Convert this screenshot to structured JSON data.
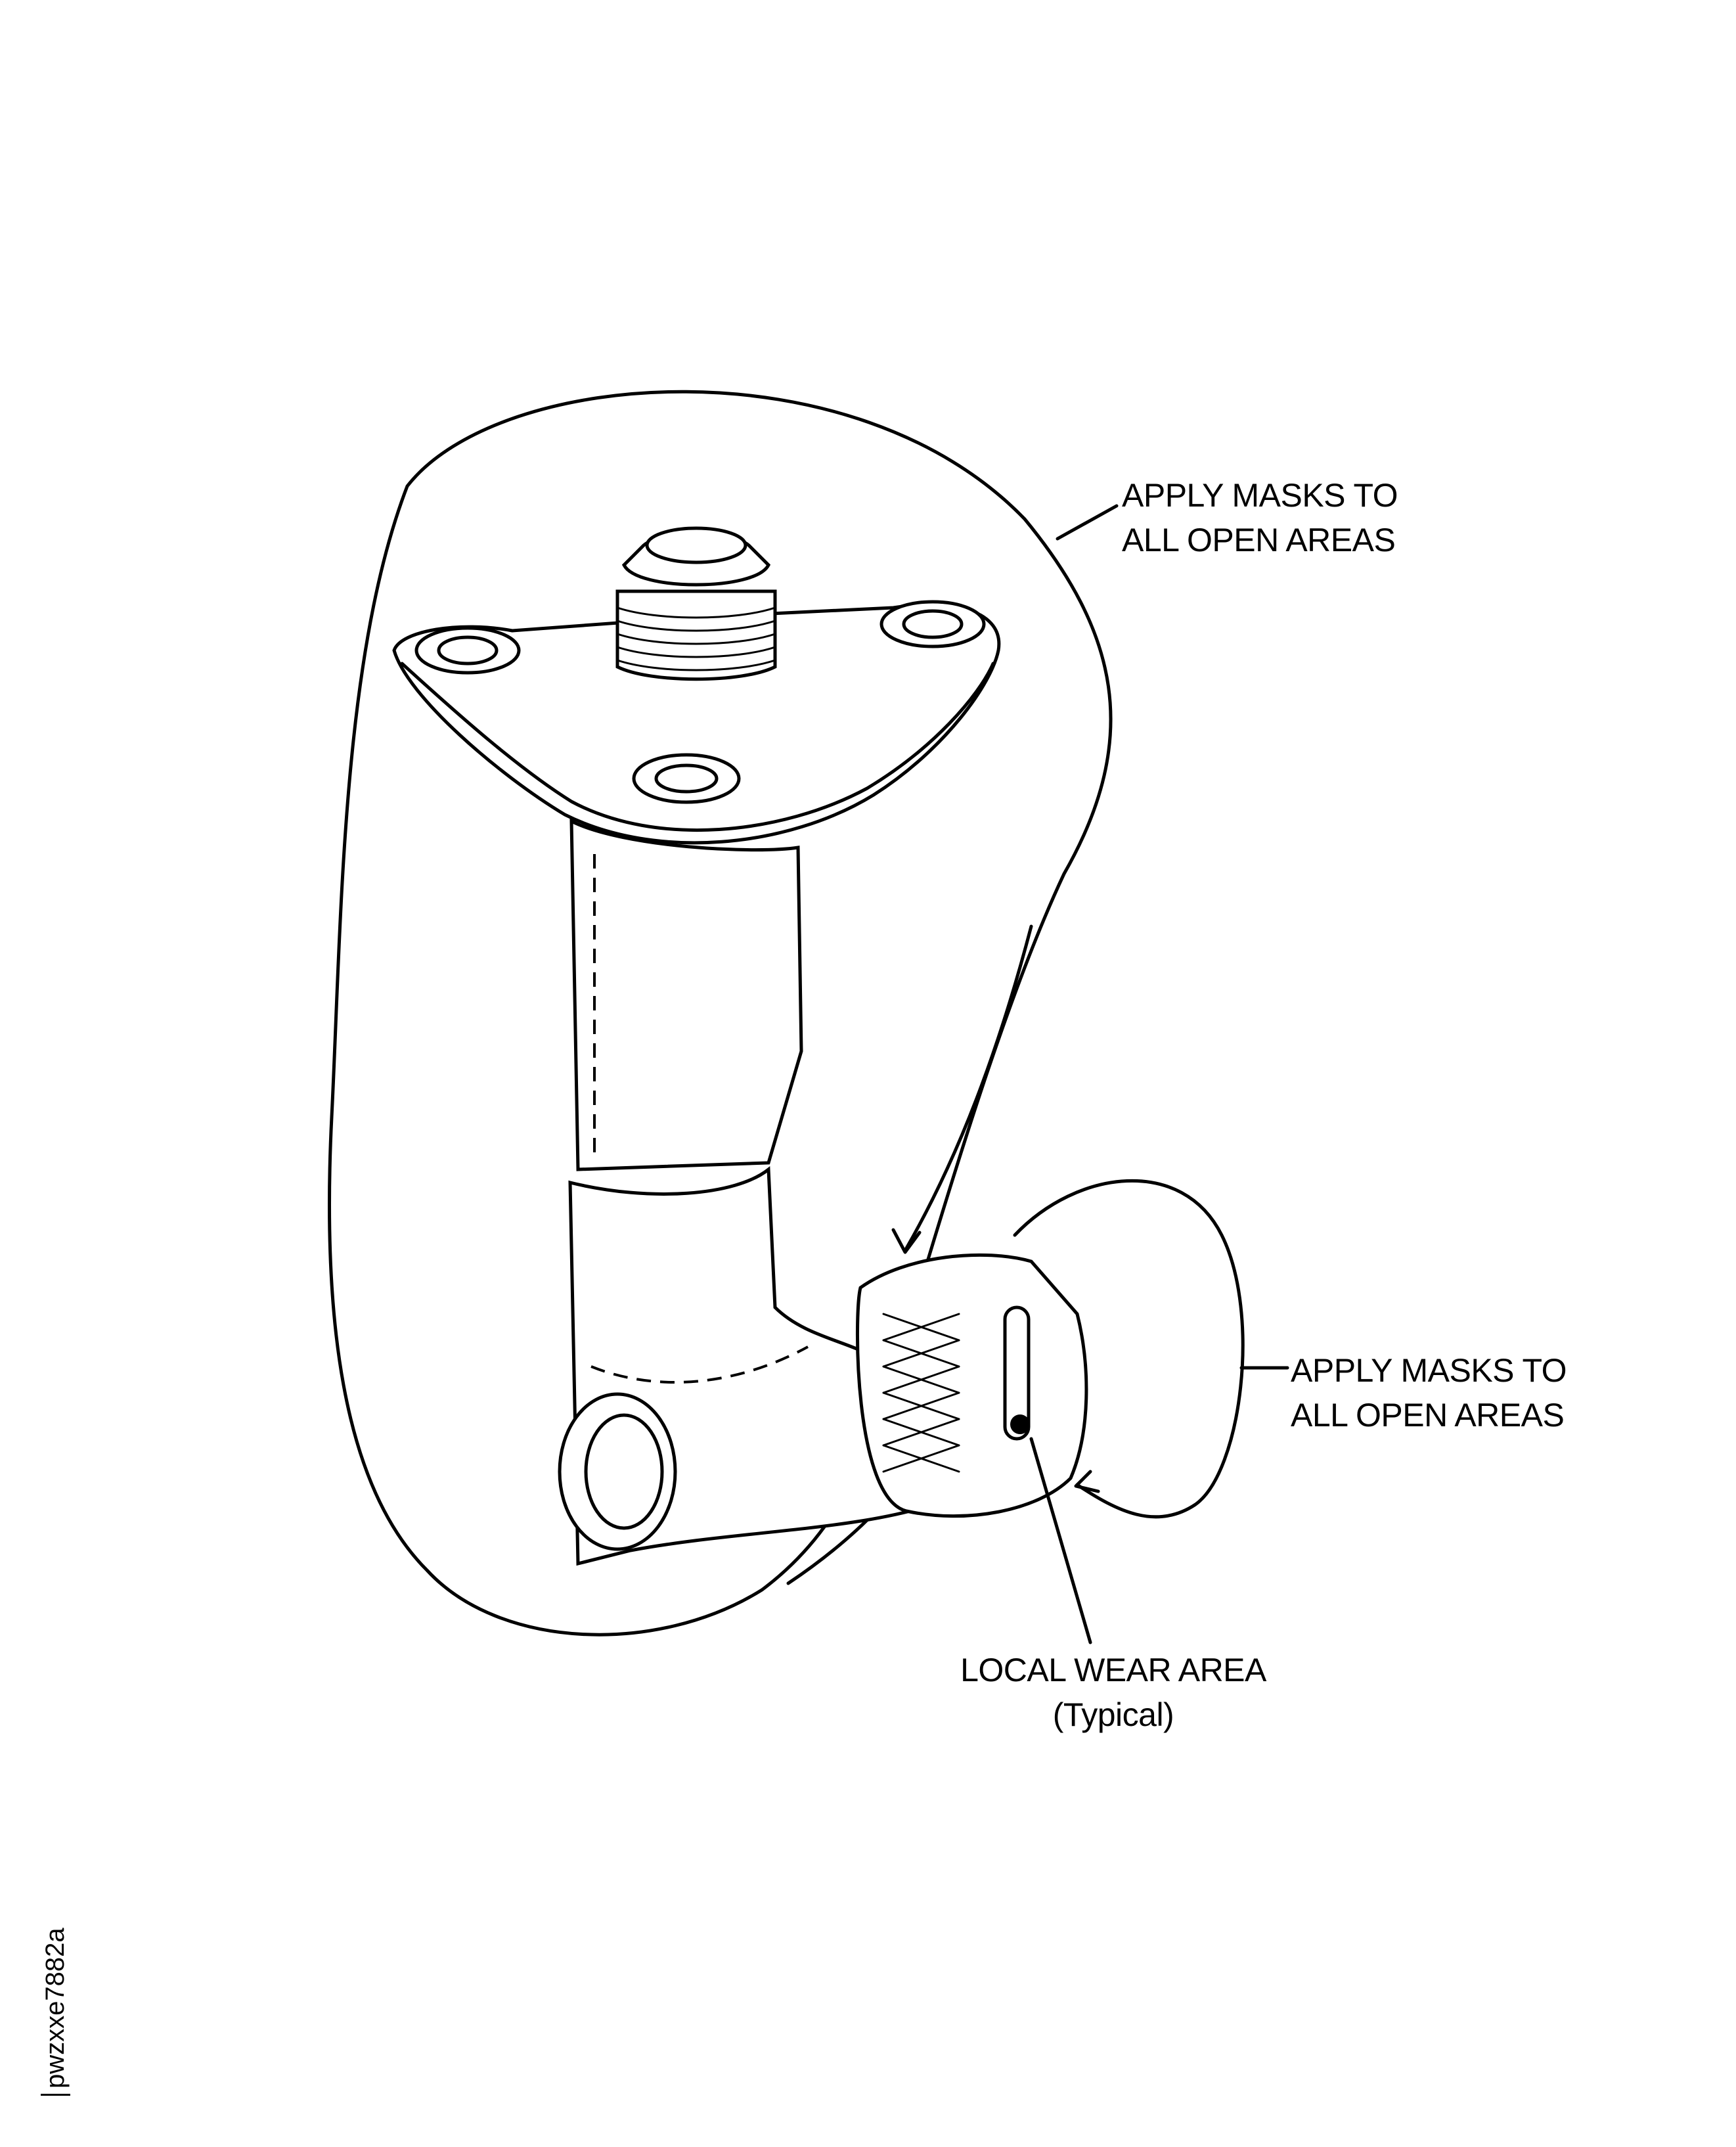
{
  "callouts": {
    "top_mask": {
      "line1": "APPLY MASKS TO",
      "line2": "ALL OPEN AREAS"
    },
    "right_mask": {
      "line1": "APPLY MASKS TO",
      "line2": "ALL OPEN AREAS"
    },
    "wear": {
      "line1": "LOCAL WEAR AREA",
      "line2": "(Typical)"
    }
  },
  "figure_id": "pwzxxe7882a"
}
